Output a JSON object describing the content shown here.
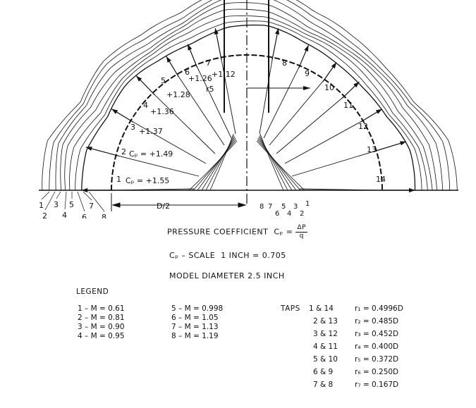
{
  "figure": {
    "labels_left_numbers": [
      "1",
      "2",
      "3",
      "4",
      "5",
      "6",
      "7",
      "8"
    ],
    "labels_right_numbers": [
      "8",
      "7",
      "6",
      "5",
      "4",
      "3",
      "2",
      "1"
    ],
    "tap_numbers_left": [
      "1",
      "2",
      "3",
      "4",
      "5",
      "6",
      "7"
    ],
    "tap_numbers_right": [
      "8",
      "9",
      "10",
      "11",
      "12",
      "13",
      "14"
    ],
    "cp_values": [
      "Cₚ = +1.55",
      "Cₚ = +1.49",
      "+1.37",
      "+1.36",
      "+1.28",
      "+1.26",
      "+1.12"
    ],
    "cp_values_detail": [
      1.55,
      1.49,
      1.37,
      1.36,
      1.28,
      1.26,
      1.12
    ],
    "radius_label": "r5",
    "diameter_label": "D/2"
  },
  "captions": {
    "pressure_coefficient": "PRESSURE COEFFICIENT  Cₚ = ",
    "cp_fraction_num": "ΔP",
    "cp_fraction_den": "q",
    "cp_scale": "Cₚ – SCALE  1 INCH = 0.705",
    "model_diameter": "MODEL DIAMETER 2.5 INCH"
  },
  "legend": {
    "title": "LEGEND",
    "col1": [
      "1 – M = 0.61",
      "2 – M = 0.81",
      "3 – M = 0.90",
      "4 – M = 0.95"
    ],
    "col2": [
      "5 – M = 0.998",
      "6 – M = 1.05",
      "7 – M = 1.13",
      "8 – M = 1.19"
    ]
  },
  "taps": {
    "title": "TAPS",
    "rows": [
      {
        "taps": "1 & 14",
        "r": "r₁ = 0.4996D"
      },
      {
        "taps": "2 & 13",
        "r": "r₂ = 0.485D"
      },
      {
        "taps": "3 & 12",
        "r": "r₃ = 0.452D"
      },
      {
        "taps": "4 & 11",
        "r": "r₄ = 0.400D"
      },
      {
        "taps": "5 & 10",
        "r": "r₅ = 0.372D"
      },
      {
        "taps": "6 & 9",
        "r": "r₆ = 0.250D"
      },
      {
        "taps": "7 & 8",
        "r": "r₇ = 0.167D"
      }
    ]
  }
}
